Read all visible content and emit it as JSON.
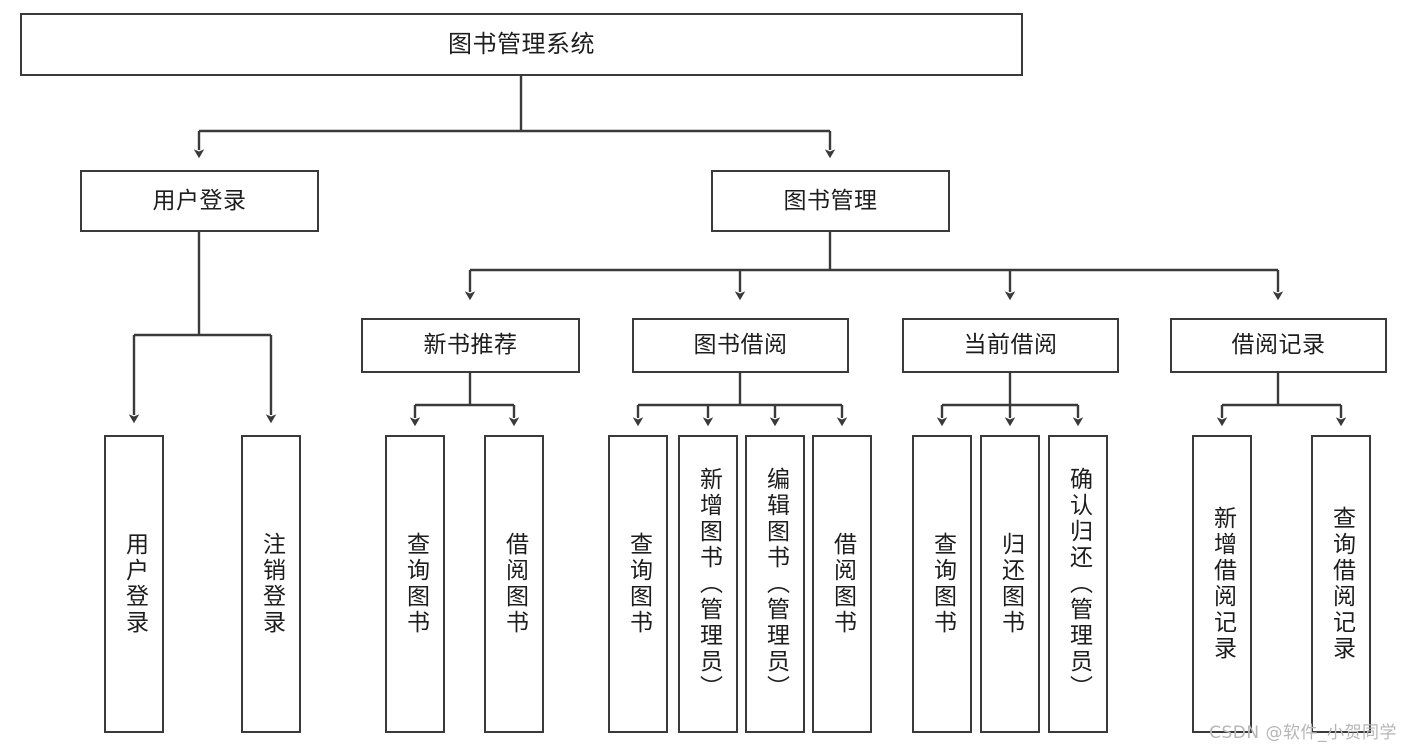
{
  "diagram": {
    "title": "图书管理系统",
    "type": "tree-hierarchy",
    "orientation": "top-down",
    "colors": {
      "stroke": "#3a3a3a",
      "fill": "#ffffff",
      "text": "#1d1d1d",
      "watermark": "#b6b6b6",
      "background": "#ffffff"
    },
    "root": {
      "id": "root",
      "label": "图书管理系统"
    },
    "level1": [
      {
        "id": "user-login",
        "label": "用户登录"
      },
      {
        "id": "book-manage",
        "label": "图书管理"
      }
    ],
    "level2": [
      {
        "id": "new-book-recommend",
        "label": "新书推荐",
        "parent": "book-manage"
      },
      {
        "id": "book-borrow",
        "label": "图书借阅",
        "parent": "book-manage"
      },
      {
        "id": "current-borrow",
        "label": "当前借阅",
        "parent": "book-manage"
      },
      {
        "id": "borrow-record",
        "label": "借阅记录",
        "parent": "book-manage"
      }
    ],
    "leaves": [
      {
        "id": "leaf-user-login",
        "label": "用户登录",
        "parent": "user-login"
      },
      {
        "id": "leaf-user-logout",
        "label": "注销登录",
        "parent": "user-login"
      },
      {
        "id": "leaf-query-book-1",
        "label": "查询图书",
        "parent": "new-book-recommend"
      },
      {
        "id": "leaf-borrow-book-1",
        "label": "借阅图书",
        "parent": "new-book-recommend"
      },
      {
        "id": "leaf-query-book-2",
        "label": "查询图书",
        "parent": "book-borrow"
      },
      {
        "id": "leaf-add-book",
        "label": "新增图书（管理员）",
        "parent": "book-borrow"
      },
      {
        "id": "leaf-edit-book",
        "label": "编辑图书（管理员）",
        "parent": "book-borrow"
      },
      {
        "id": "leaf-borrow-book-2",
        "label": "借阅图书",
        "parent": "book-borrow"
      },
      {
        "id": "leaf-query-book-3",
        "label": "查询图书",
        "parent": "current-borrow"
      },
      {
        "id": "leaf-return-book",
        "label": "归还图书",
        "parent": "current-borrow"
      },
      {
        "id": "leaf-confirm-return",
        "label": "确认归还（管理员）",
        "parent": "current-borrow"
      },
      {
        "id": "leaf-add-record",
        "label": "新增借阅记录",
        "parent": "borrow-record"
      },
      {
        "id": "leaf-query-record",
        "label": "查询借阅记录",
        "parent": "borrow-record"
      }
    ]
  },
  "watermark": {
    "text": "CSDN @软件_小贺同学"
  }
}
